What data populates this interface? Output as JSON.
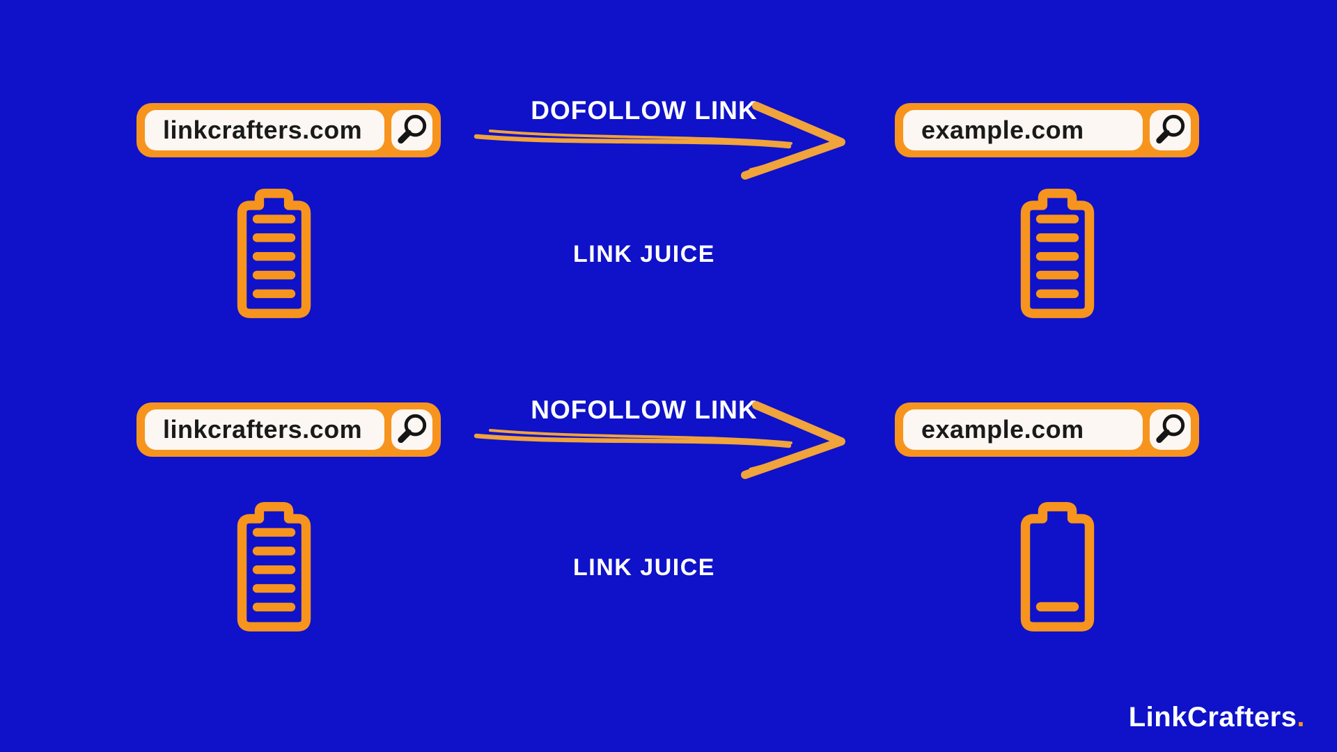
{
  "page": {
    "background_color": "#0F12C8",
    "accent_orange": "#F7941E",
    "arrow_orange": "#F1A33C",
    "field_white": "#FCF7F2",
    "text_white": "#FFFFFF",
    "text_black": "#1A1A1A"
  },
  "rows": [
    {
      "id": "dofollow",
      "link_type_label": "DOFOLLOW LINK",
      "source_url": "linkcrafters.com",
      "target_url": "example.com",
      "flow_label": "LINK JUICE",
      "source_battery_state": "full",
      "target_battery_state": "full"
    },
    {
      "id": "nofollow",
      "link_type_label": "NOFOLLOW LINK",
      "source_url": "linkcrafters.com",
      "target_url": "example.com",
      "flow_label": "LINK JUICE",
      "source_battery_state": "full",
      "target_battery_state": "empty"
    }
  ],
  "icons": {
    "search": "magnifier-icon",
    "battery_full": "battery-full-icon",
    "battery_empty": "battery-empty-icon",
    "arrow": "hand-drawn-arrow-right-icon"
  },
  "logo": {
    "name": "LinkCrafters",
    "dot": "."
  }
}
